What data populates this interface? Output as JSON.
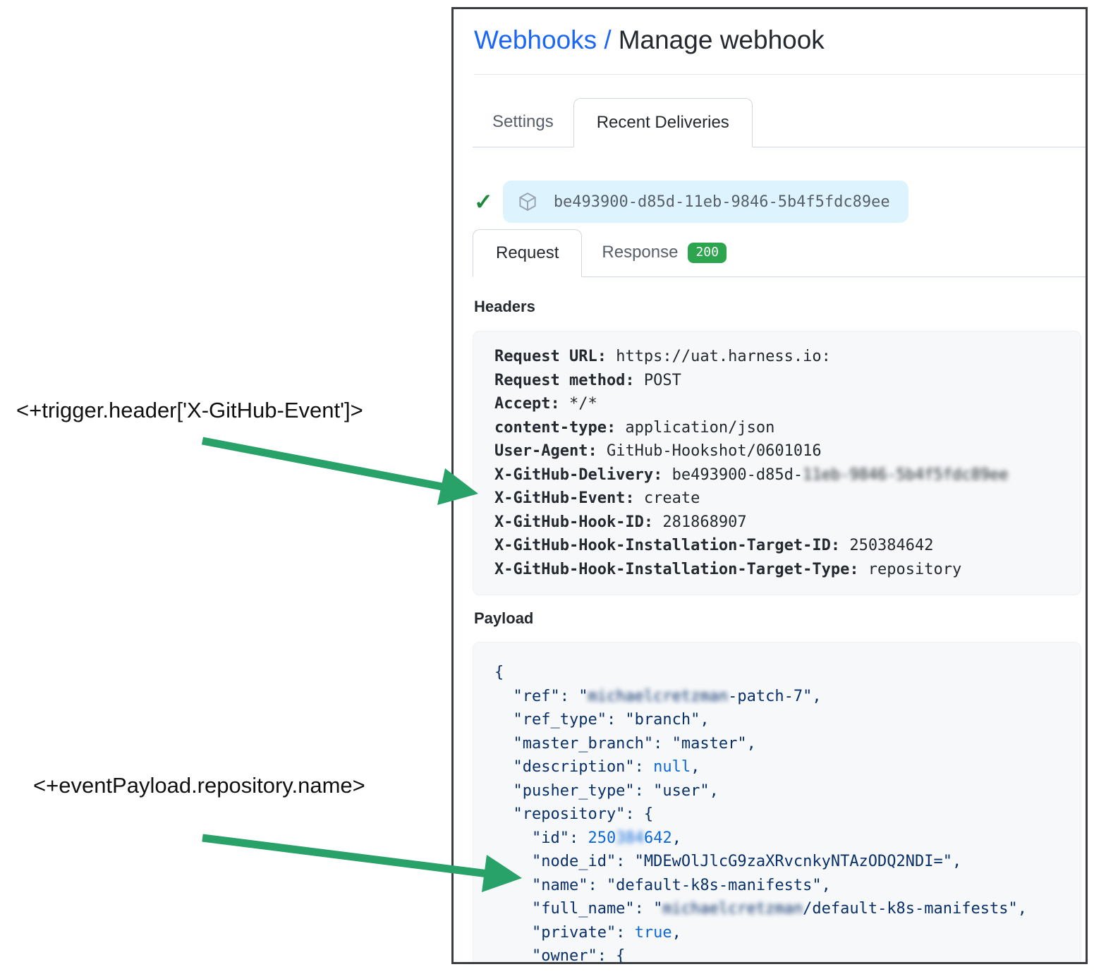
{
  "annotations": [
    {
      "text": "<+trigger.header['X-GitHub-Event']>"
    },
    {
      "text": "<+eventPayload.repository.name>"
    }
  ],
  "arrow_color": "#29a269",
  "panel": {
    "breadcrumb": {
      "link": "Webhooks /",
      "current": "Manage webhook"
    },
    "tabs": [
      {
        "label": "Settings",
        "active": false
      },
      {
        "label": "Recent Deliveries",
        "active": true
      }
    ],
    "delivery": {
      "id": "be493900-d85d-11eb-9846-5b4f5fdc89ee"
    },
    "subtabs": {
      "request": "Request",
      "response": "Response",
      "status": "200"
    },
    "headers_title": "Headers",
    "headers": [
      {
        "label": "Request URL:",
        "value": " https://uat.harness.io:"
      },
      {
        "label": "Request method:",
        "value": " POST"
      },
      {
        "label": "Accept:",
        "value": " */*"
      },
      {
        "label": "content-type:",
        "value": " application/json"
      },
      {
        "label": "User-Agent:",
        "value": " GitHub-Hookshot/0601016"
      },
      {
        "label": "X-GitHub-Delivery:",
        "value": " be493900-d85d-",
        "redacted": "11eb-9846-5b4f5fdc89ee"
      },
      {
        "label": "X-GitHub-Event:",
        "value": " create"
      },
      {
        "label": "X-GitHub-Hook-ID:",
        "value": " 281868907"
      },
      {
        "label": "X-GitHub-Hook-Installation-Target-ID:",
        "value": " 250384642"
      },
      {
        "label": "X-GitHub-Hook-Installation-Target-Type:",
        "value": " repository"
      }
    ],
    "payload_title": "Payload",
    "payload_lines": [
      [
        {
          "c": "s",
          "t": "{"
        }
      ],
      [
        {
          "c": "s",
          "t": "  \"ref\": \""
        },
        {
          "c": "s r",
          "t": "michaelcretzman"
        },
        {
          "c": "s",
          "t": "-patch-7\","
        }
      ],
      [
        {
          "c": "s",
          "t": "  \"ref_type\": \"branch\","
        }
      ],
      [
        {
          "c": "s",
          "t": "  \"master_branch\": \"master\","
        }
      ],
      [
        {
          "c": "s",
          "t": "  \"description\": "
        },
        {
          "c": "l",
          "t": "null"
        },
        {
          "c": "s",
          "t": ","
        }
      ],
      [
        {
          "c": "s",
          "t": "  \"pusher_type\": \"user\","
        }
      ],
      [
        {
          "c": "s",
          "t": "  \"repository\": {"
        }
      ],
      [
        {
          "c": "s",
          "t": "    \"id\": "
        },
        {
          "c": "l",
          "t": "250"
        },
        {
          "c": "l r",
          "t": "384"
        },
        {
          "c": "l",
          "t": "642"
        },
        {
          "c": "s",
          "t": ","
        }
      ],
      [
        {
          "c": "s",
          "t": "    \"node_id\": \"MDEwOlJlcG9zaXRvcnkyNTAzODQ2NDI=\","
        }
      ],
      [
        {
          "c": "s",
          "t": "    \"name\": \"default-k8s-manifests\","
        }
      ],
      [
        {
          "c": "s",
          "t": "    \"full_name\": \""
        },
        {
          "c": "s r",
          "t": "michaelcretzman"
        },
        {
          "c": "s",
          "t": "/default-k8s-manifests\","
        }
      ],
      [
        {
          "c": "s",
          "t": "    \"private\": "
        },
        {
          "c": "l",
          "t": "true"
        },
        {
          "c": "s",
          "t": ","
        }
      ],
      [
        {
          "c": "s",
          "t": "    \"owner\": {"
        }
      ]
    ]
  }
}
